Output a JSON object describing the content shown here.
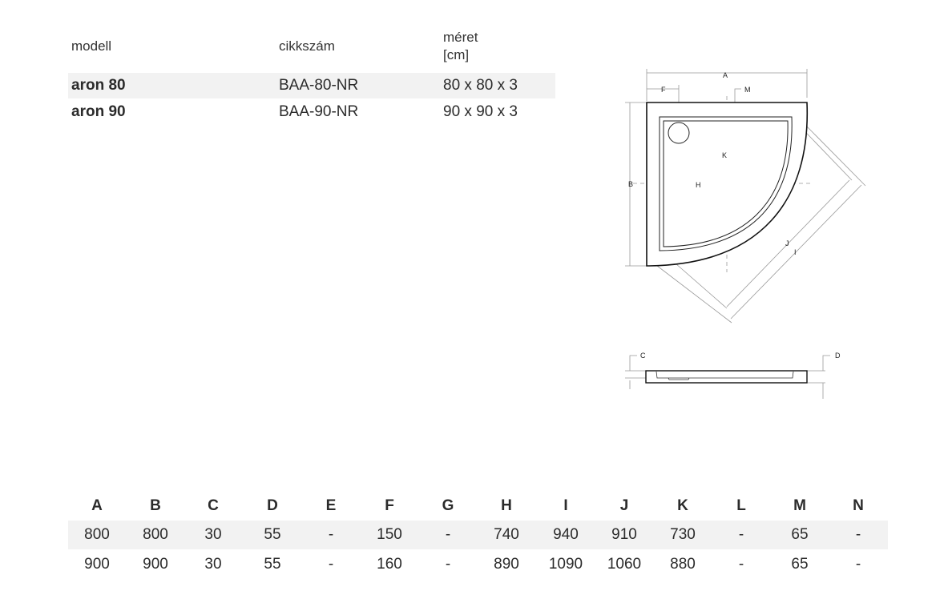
{
  "models_table": {
    "headers": {
      "model": "modell",
      "code": "cikkszám",
      "size_line1": "méret",
      "size_line2": "[cm]"
    },
    "rows": [
      {
        "model": "aron 80",
        "code": "BAA-80-NR",
        "size": "80 x 80 x 3"
      },
      {
        "model": "aron 90",
        "code": "BAA-90-NR",
        "size": "90 x 90 x 3"
      }
    ]
  },
  "diagram_labels": {
    "A": "A",
    "B": "B",
    "C": "C",
    "D": "D",
    "F": "F",
    "H": "H",
    "I": "I",
    "J": "J",
    "K": "K",
    "M": "M"
  },
  "dimensions_table": {
    "headers": [
      "A",
      "B",
      "C",
      "D",
      "E",
      "F",
      "G",
      "H",
      "I",
      "J",
      "K",
      "L",
      "M",
      "N"
    ],
    "rows": [
      [
        "800",
        "800",
        "30",
        "55",
        "-",
        "150",
        "-",
        "740",
        "940",
        "910",
        "730",
        "-",
        "65",
        "-"
      ],
      [
        "900",
        "900",
        "30",
        "55",
        "-",
        "160",
        "-",
        "890",
        "1090",
        "1060",
        "880",
        "-",
        "65",
        "-"
      ]
    ]
  }
}
